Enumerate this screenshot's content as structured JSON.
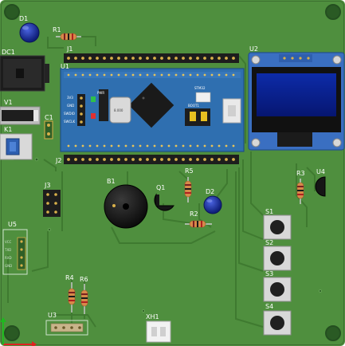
{
  "designators": {
    "d1": "D1",
    "d2": "D2",
    "r1": "R1",
    "r2": "R2",
    "r3": "R3",
    "r4": "R4",
    "r5": "R5",
    "r6": "R6",
    "dc1": "DC1",
    "v1": "V1",
    "k1": "K1",
    "c1": "C1",
    "j1": "J1",
    "j2": "J2",
    "j3": "J3",
    "u1": "U1",
    "u2": "U2",
    "u3": "U3",
    "u4": "U4",
    "u5": "U5",
    "b1": "B1",
    "q1": "Q1",
    "s1": "S1",
    "s2": "S2",
    "s3": "S3",
    "s4": "S4",
    "xh1": "XH1"
  },
  "module_text": {
    "pwr": "PWR",
    "crystal": "8.000",
    "boot": "BOOT1",
    "stm_small": "STM32",
    "side_pins": [
      "3V3",
      "GND",
      "SWDIO",
      "SWCLK"
    ]
  },
  "u5_pins": [
    "VCC",
    "TXD",
    "RXD",
    "GND"
  ],
  "colors": {
    "board": "#4f8f3e",
    "trace": "#3f7a30",
    "module_blue": "#2f6fb0",
    "oled_frame": "#3a6fc1",
    "oled_screen": "#0a1f8c",
    "led_blue": "#1b31a8",
    "header_black": "#1d1d1d",
    "pin_gold": "#d8b04a"
  }
}
